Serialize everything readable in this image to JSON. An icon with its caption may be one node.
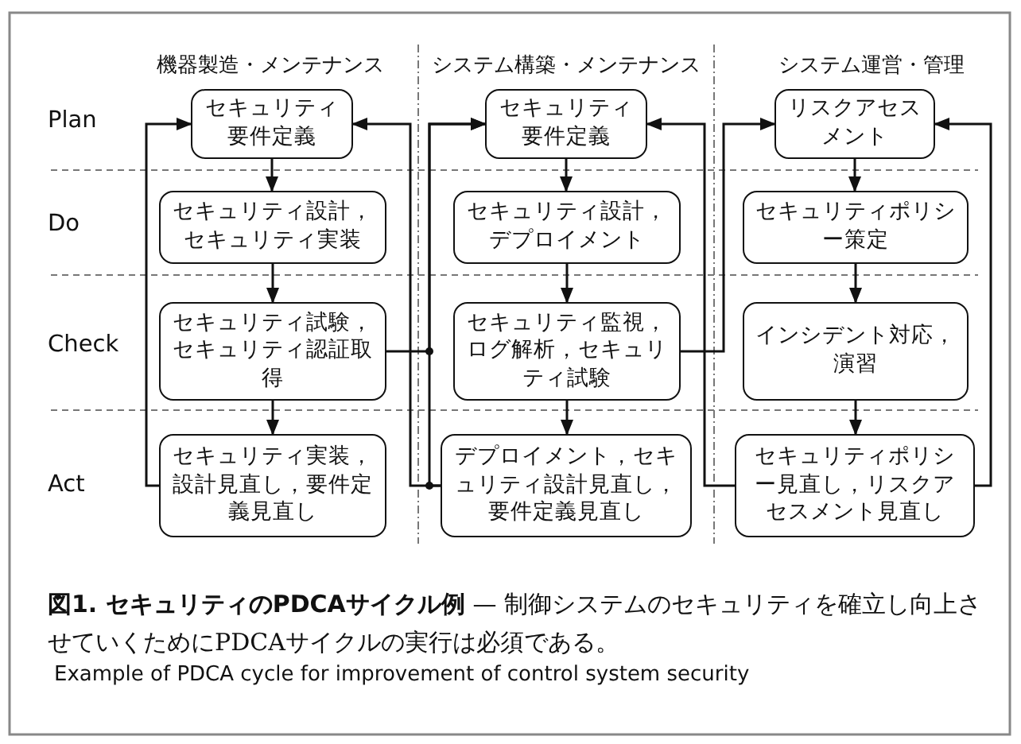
{
  "diagram": {
    "caption": "**図1. セキュリティのPDCAサイクル例** — 制御システムのセキュリティを確立し向上させていくためにPDCAサイクルの実行は必須である。",
    "nodes": [
      {
        "text": [
          "セキュリティ要件定義"
        ]
      },
      {
        "text": [
          "セキュリティ設計，セキュリティ実装"
        ]
      },
      {
        "text": [
          "セキュリティ試験，セキュリティ認証取得"
        ]
      },
      {
        "text": [
          "セキュリティ実装，設計見直し，要件定義見直し"
        ]
      },
      {
        "text": [
          "セキュリティ要件定義"
        ]
      },
      {
        "text": [
          "セキュリティ設計，デプロイメント"
        ]
      },
      {
        "text": [
          "セキュリティ監視，ログ解析，セキュリティ試験"
        ]
      },
      {
        "text": [
          "デプロイメント，セキュリティ設計見直し，要件定義見直し"
        ]
      },
      {
        "text": [
          "リスクアセスメント"
        ]
      },
      {
        "text": [
          "セキュリティポリシー策定"
        ]
      },
      {
        "text": [
          "インシデント対応，演習"
        ]
      },
      {
        "text": [
          "セキュリティポリシー見直し，リスクアセスメント見直し"
        ]
      }
    ],
    "edges": [
      {
        "from": 0,
        "to": 1,
        "arrow": "to"
      },
      {
        "from": 1,
        "to": 2,
        "arrow": "to"
      },
      {
        "from": 2,
        "to": 3,
        "arrow": "to"
      },
      {
        "from": 4,
        "to": 5,
        "arrow": "to"
      },
      {
        "from": 5,
        "to": 6,
        "arrow": "to"
      },
      {
        "from": 6,
        "to": 7,
        "arrow": "to"
      },
      {
        "from": 8,
        "to": 9,
        "arrow": "to"
      },
      {
        "from": 9,
        "to": 10,
        "arrow": "to"
      },
      {
        "from": 10,
        "to": 11,
        "arrow": "to"
      },
      {
        "from": 3,
        "to": 0,
        "arrow": "to"
      },
      {
        "from": 7,
        "to": 0,
        "arrow": "to"
      },
      {
        "from": 2,
        "to": 4,
        "arrow": "to"
      },
      {
        "from": 7,
        "to": 4,
        "arrow": "to"
      },
      {
        "from": 11,
        "to": 4,
        "arrow": "to"
      },
      {
        "from": 6,
        "to": 8,
        "arrow": "to"
      },
      {
        "from": 11,
        "to": 8,
        "arrow": "to"
      }
    ],
    "labels": [
      "機器製造・メンテナンス",
      "システム構築・メンテナンス",
      "システム運営・管理",
      "Plan",
      "Do",
      "Check",
      "Act",
      "Example of PDCA cycle for improvement of control system security"
    ]
  }
}
